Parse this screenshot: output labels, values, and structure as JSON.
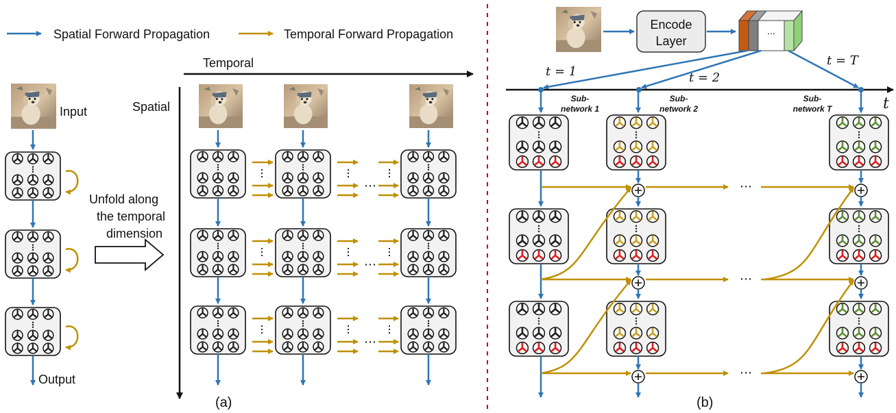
{
  "legend": {
    "spatial": "Spatial Forward Propagation",
    "temporal": "Temporal Forward Propagation"
  },
  "left_panel": {
    "input": "Input",
    "output": "Output",
    "unfold_lines": [
      "Unfold along",
      "the temporal",
      "dimension"
    ],
    "temporal_axis": "Temporal",
    "spatial_axis": "Spatial",
    "caption": "(a)"
  },
  "right_panel": {
    "encode_lines": [
      "Encode",
      "Layer"
    ],
    "t1": "t = 1",
    "t2": "t = 2",
    "tT": "t = T",
    "t_axis": "t",
    "subnet1": [
      "Sub-",
      "network 1"
    ],
    "subnet2": [
      "Sub-",
      "network 2"
    ],
    "subnetT": [
      "Sub-",
      "network T"
    ],
    "ellipsis": "⋯",
    "caption": "(b)"
  },
  "colors": {
    "spatial_arrow": "#2e75b6",
    "temporal_arrow": "#bf9000",
    "divider": "#c00000",
    "neuron_black": "#222222",
    "neuron_red": "#e02020",
    "neuron_gold": "#c9a227",
    "neuron_green": "#5f8f3a",
    "block_fill": "#f2f2f2"
  }
}
